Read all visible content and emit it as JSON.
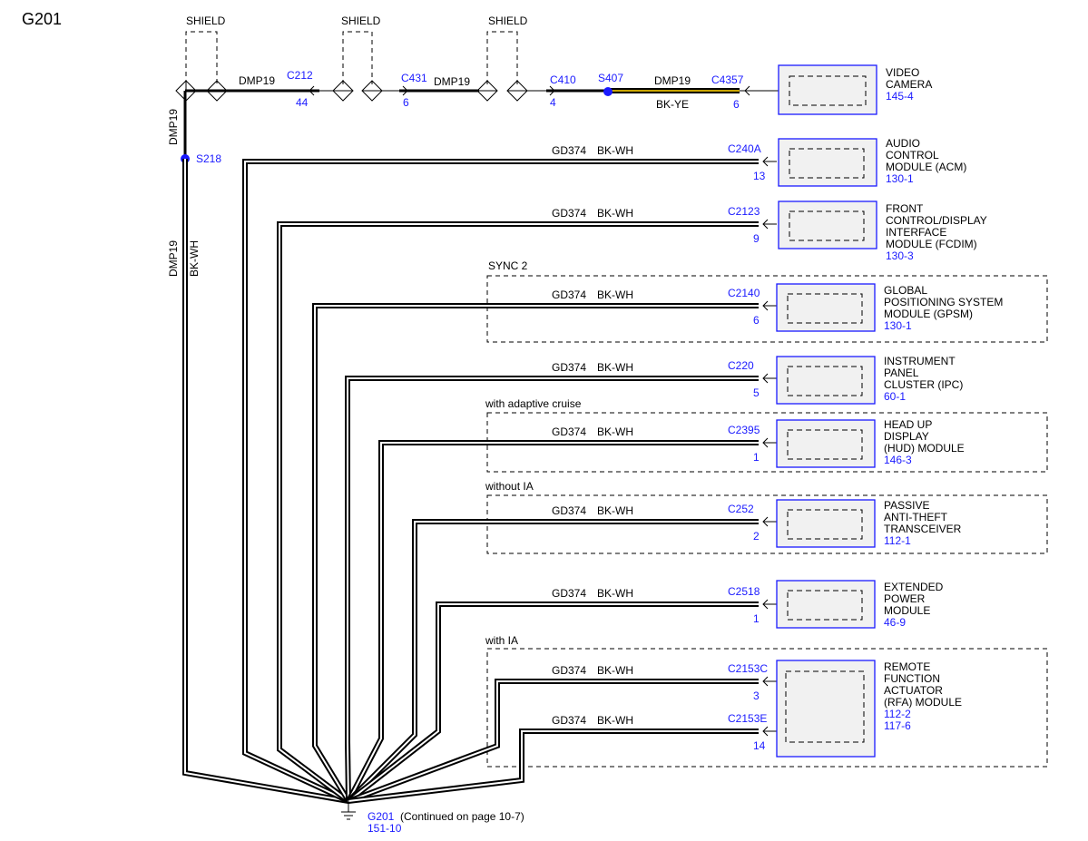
{
  "page": {
    "title": "G201"
  },
  "shields": [
    "SHIELD",
    "SHIELD",
    "SHIELD"
  ],
  "top_wire": {
    "circuit": "DMP19",
    "segments": [
      {
        "circuit": "DMP19",
        "connector": "C212",
        "pin": "44"
      },
      {
        "connector": "C431",
        "pin": "6",
        "circuit": "DMP19"
      },
      {
        "connector": "C410",
        "pin": "4"
      }
    ],
    "splice_top": "S407",
    "camera_wire": {
      "circuit": "DMP19",
      "color": "BK-YE",
      "connector": "C4357",
      "pin": "6"
    },
    "camera": {
      "name_lines": [
        "VIDEO",
        "CAMERA"
      ],
      "ref": "145-4"
    }
  },
  "left_wire": {
    "circuit_upper": "DMP19",
    "splice": "S218",
    "circuit_lower": "DMP19",
    "color_lower": "BK-WH"
  },
  "option_labels": {
    "sync2": "SYNC 2",
    "adaptive": "with adaptive cruise",
    "without_ia": "without IA",
    "with_ia": "with IA"
  },
  "modules": [
    {
      "circuit": "GD374",
      "color": "BK-WH",
      "connector": "C240A",
      "pin": "13",
      "name_lines": [
        "AUDIO",
        "CONTROL",
        "MODULE (ACM)"
      ],
      "ref": "130-1"
    },
    {
      "circuit": "GD374",
      "color": "BK-WH",
      "connector": "C2123",
      "pin": "9",
      "name_lines": [
        "FRONT",
        "CONTROL/DISPLAY",
        "INTERFACE",
        "MODULE (FCDIM)"
      ],
      "ref": "130-3"
    },
    {
      "circuit": "GD374",
      "color": "BK-WH",
      "connector": "C2140",
      "pin": "6",
      "name_lines": [
        "GLOBAL",
        "POSITIONING SYSTEM",
        "MODULE (GPSM)"
      ],
      "ref": "130-1"
    },
    {
      "circuit": "GD374",
      "color": "BK-WH",
      "connector": "C220",
      "pin": "5",
      "name_lines": [
        "INSTRUMENT",
        "PANEL",
        "CLUSTER (IPC)"
      ],
      "ref": "60-1"
    },
    {
      "circuit": "GD374",
      "color": "BK-WH",
      "connector": "C2395",
      "pin": "1",
      "name_lines": [
        "HEAD UP",
        "DISPLAY",
        "(HUD) MODULE"
      ],
      "ref": "146-3"
    },
    {
      "circuit": "GD374",
      "color": "BK-WH",
      "connector": "C252",
      "pin": "2",
      "name_lines": [
        "PASSIVE",
        "ANTI-THEFT",
        "TRANSCEIVER"
      ],
      "ref": "112-1"
    },
    {
      "circuit": "GD374",
      "color": "BK-WH",
      "connector": "C2518",
      "pin": "1",
      "name_lines": [
        "EXTENDED",
        "POWER",
        "MODULE"
      ],
      "ref": "46-9"
    }
  ],
  "rfa": {
    "name_lines": [
      "REMOTE",
      "FUNCTION",
      "ACTUATOR",
      "(RFA) MODULE"
    ],
    "refs": [
      "112-2",
      "117-6"
    ],
    "wires": [
      {
        "circuit": "GD374",
        "color": "BK-WH",
        "connector": "C2153C",
        "pin": "3"
      },
      {
        "circuit": "GD374",
        "color": "BK-WH",
        "connector": "C2153E",
        "pin": "14"
      }
    ]
  },
  "ground": {
    "name": "G201",
    "ref": "151-10",
    "note": "(Continued on page 10-7)"
  }
}
